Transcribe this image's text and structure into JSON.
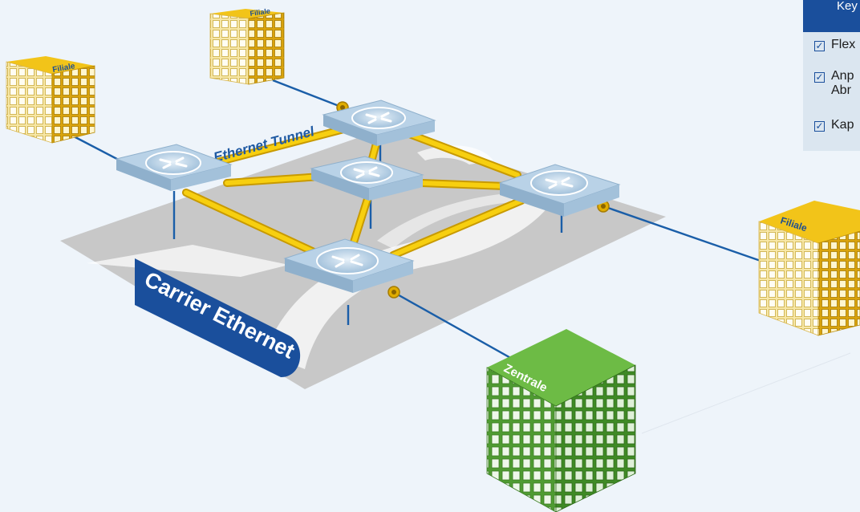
{
  "key_panel": {
    "header": "Key",
    "items": [
      {
        "lines": [
          "Flex"
        ],
        "checked": true
      },
      {
        "lines": [
          "Anp",
          "Abr"
        ],
        "checked": true
      },
      {
        "lines": [
          "Kap"
        ],
        "checked": true
      }
    ]
  },
  "diagram": {
    "network_label": "Carrier Ethernet",
    "tunnel_label": "Ethernet Tunnel",
    "buildings": {
      "branch_top": "Filiale",
      "branch_left": "Filiale",
      "branch_right": "Filiale",
      "headquarters": "Zentrale"
    }
  },
  "colors": {
    "accent_blue": "#1a4f9c",
    "tunnel_yellow": "#f2c200",
    "branch_yellow": "#e8b612",
    "hq_green": "#5cb33a",
    "switch_blue": "#b7d1e6"
  }
}
